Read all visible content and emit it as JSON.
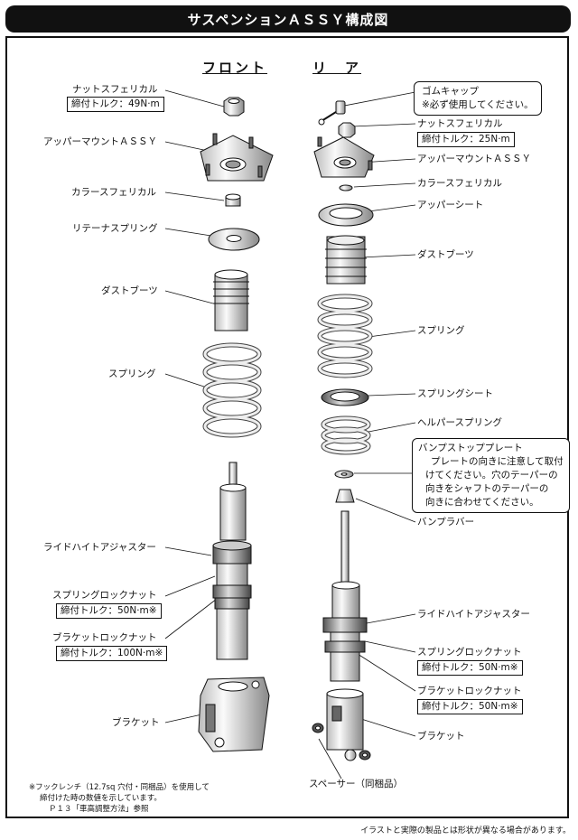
{
  "title": "サスペンションＡＳＳＹ構成図",
  "columns": {
    "front": "フロント",
    "rear": "リ　ア"
  },
  "front": {
    "nut_spherical": "ナットスフェリカル",
    "nut_torque": "締付トルク：49N·m",
    "upper_mount": "アッパーマウントＡＳＳＹ",
    "collar_spherical": "カラースフェリカル",
    "retainer_spring": "リテーナスプリング",
    "dust_boot": "ダストブーツ",
    "spring": "スプリング",
    "ride_height_adjuster": "ライドハイトアジャスター",
    "spring_lock_nut": "スプリングロックナット",
    "spring_lock_torque": "締付トルク：50N·m※",
    "bracket_lock_nut": "ブラケットロックナット",
    "bracket_lock_torque": "締付トルク：100N·m※",
    "bracket": "ブラケット"
  },
  "rear": {
    "rubber_cap": "ゴムキャップ",
    "rubber_cap_note": "※必ず使用してください。",
    "nut_spherical": "ナットスフェリカル",
    "nut_torque": "締付トルク：25N·m",
    "upper_mount": "アッパーマウントＡＳＳＹ",
    "collar_spherical": "カラースフェリカル",
    "upper_seat": "アッパーシート",
    "dust_boot": "ダストブーツ",
    "spring": "スプリング",
    "spring_seat": "スプリングシート",
    "helper_spring": "ヘルパースプリング",
    "bump_stop_plate": "バンプストッププレート",
    "bump_stop_note": [
      "プレートの向きに注意して取付",
      "けてください。穴のテーパーの",
      "向きをシャフトのテーパーの",
      "向きに合わせてください。"
    ],
    "bump_rubber": "バンプラバー",
    "ride_height_adjuster": "ライドハイトアジャスター",
    "spring_lock_nut": "スプリングロックナット",
    "spring_lock_torque": "締付トルク：50N·m※",
    "bracket_lock_nut": "ブラケットロックナット",
    "bracket_lock_torque": "締付トルク：50N·m※",
    "bracket": "ブラケット",
    "spacer": "スペーサー（同梱品）"
  },
  "footnote": [
    "※フックレンチ（12.7sq 穴付・同梱品）を使用して",
    "締付けた時の数値を示しています。",
    "Ｐ１３「車高調整方法」参照"
  ],
  "disclaimer": "イラストと実際の製品とは形状が異なる場合があります。"
}
